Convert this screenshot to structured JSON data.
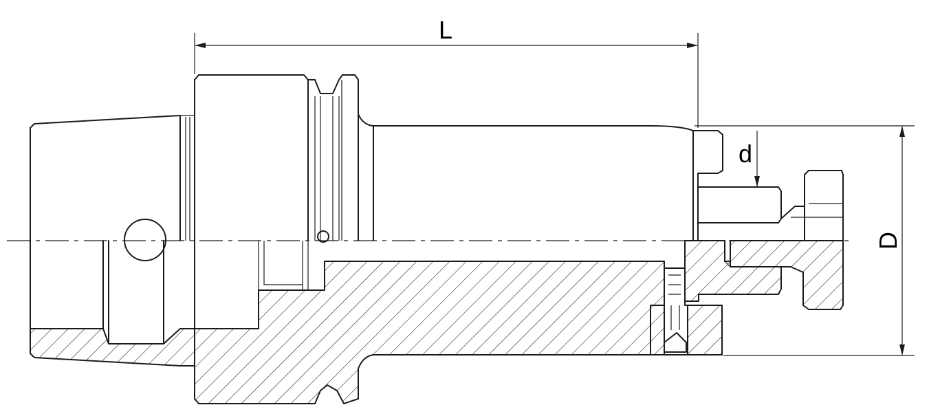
{
  "dimensions": {
    "length_label": "L",
    "diameter_label": "D",
    "bore_label": "d"
  },
  "colors": {
    "line": "#1a1a1a",
    "background": "#ffffff"
  }
}
